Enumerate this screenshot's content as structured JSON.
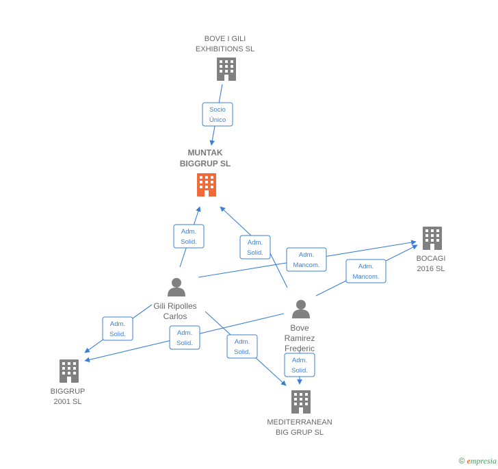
{
  "colors": {
    "company": "#808080",
    "company_main": "#f26a3a",
    "person": "#808080",
    "edge": "#3a7fd5"
  },
  "companies": [
    {
      "id": "bove_gili",
      "lines": [
        "BOVE I GILI",
        "EXHIBITIONS SL"
      ],
      "main": false
    },
    {
      "id": "muntak",
      "lines": [
        "MUNTAK",
        "BIGGRUP  SL"
      ],
      "main": true
    },
    {
      "id": "bocagi",
      "lines": [
        "BOCAGI",
        "2016  SL"
      ],
      "main": false
    },
    {
      "id": "biggrup",
      "lines": [
        "BIGGRUP",
        "2001  SL"
      ],
      "main": false
    },
    {
      "id": "mediterranean",
      "lines": [
        "MEDITERRANEAN",
        "BIG GRUP SL"
      ],
      "main": false
    }
  ],
  "persons": [
    {
      "id": "gili",
      "lines": [
        "Gili Ripolles",
        "Carlos"
      ]
    },
    {
      "id": "bove",
      "lines": [
        "Bove",
        "Ramirez",
        "Frederic"
      ]
    }
  ],
  "edges": [
    {
      "id": "e1",
      "lines": [
        "Socio",
        "Único"
      ]
    },
    {
      "id": "e2",
      "lines": [
        "Adm.",
        "Solid."
      ]
    },
    {
      "id": "e3",
      "lines": [
        "Adm.",
        "Solid."
      ]
    },
    {
      "id": "e4",
      "lines": [
        "Adm.",
        "Mancom."
      ]
    },
    {
      "id": "e5",
      "lines": [
        "Adm.",
        "Mancom."
      ]
    },
    {
      "id": "e6",
      "lines": [
        "Adm.",
        "Solid."
      ]
    },
    {
      "id": "e7",
      "lines": [
        "Adm.",
        "Solid."
      ]
    },
    {
      "id": "e8",
      "lines": [
        "Adm.",
        "Solid."
      ]
    },
    {
      "id": "e9",
      "lines": [
        "Adm.",
        "Solid."
      ]
    }
  ],
  "footer": {
    "copyright": "©",
    "brand_initial": "e",
    "brand_rest": "mpresia"
  }
}
